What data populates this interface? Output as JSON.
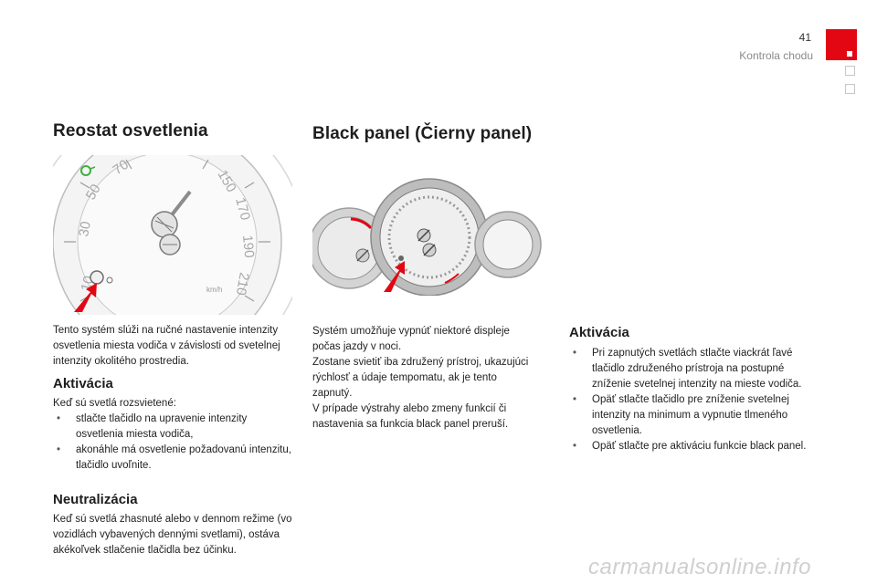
{
  "header": {
    "page_number": "41",
    "chapter": "Kontrola chodu"
  },
  "left": {
    "title": "Reostat osvetlenia",
    "intro": "Tento systém slúži na ručné nastavenie intenzity osvetlenia miesta vodiča v závislosti od svetelnej intenzity okolitého prostredia.",
    "activation": {
      "title": "Aktivácia",
      "lead": "Keď sú svetlá rozsvietené:",
      "items": [
        "stlačte tlačidlo na upravenie intenzity osvetlenia miesta vodiča,",
        "akonáhle má osvetlenie požadovanú intenzitu, tlačidlo uvoľnite."
      ]
    },
    "neutral": {
      "title": "Neutralizácia",
      "text": "Keď sú svetlá zhasnuté alebo v dennom režime (vo vozidlách vybavených dennými svetlami), ostáva akékoľvek stlačenie tlačidla bez účinku."
    }
  },
  "right": {
    "title": "Black panel (Čierny panel)",
    "text": "Systém umožňuje vypnúť niektoré displeje počas jazdy v noci.\nZostane svietiť iba združený prístroj, ukazujúci rýchlosť a údaje tempomatu, ak je tento zapnutý.\nV prípade výstrahy alebo zmeny funkcií či nastavenia sa funkcia black panel preruší.",
    "activation": {
      "title": "Aktivácia",
      "items": [
        "Pri zapnutých svetlách stlačte viackrát ľavé tlačidlo združeného prístroja na postupné zníženie svetelnej intenzity na mieste vodiča.",
        "Opäť stlačte tlačidlo pre zníženie svetelnej intenzity na minimum a vypnutie tlmeného osvetlenia.",
        "Opäť stlačte pre aktiváciu funkcie black panel."
      ]
    }
  },
  "figure_left": {
    "speed_labels": [
      "10",
      "30",
      "50",
      "70",
      "150",
      "170",
      "190",
      "210"
    ],
    "km_label": "km/h"
  },
  "watermark": "carmanualsonline.info"
}
